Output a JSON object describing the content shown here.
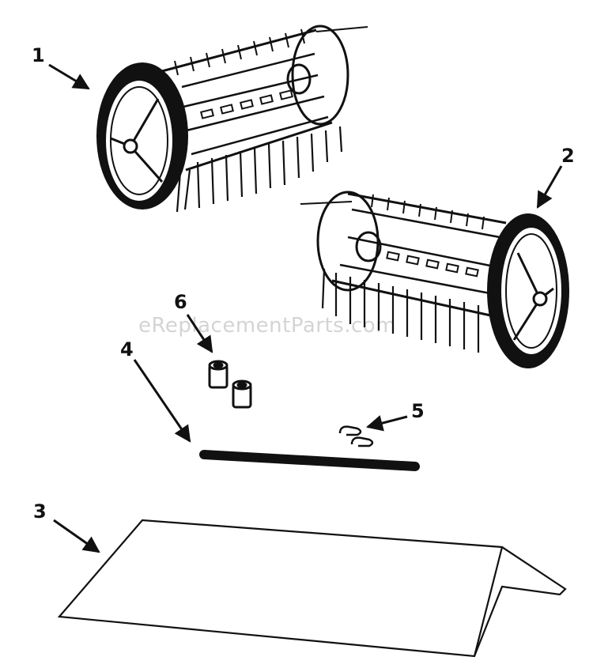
{
  "watermark": "eReplacementParts.com",
  "callouts": [
    {
      "id": "1",
      "label": "1"
    },
    {
      "id": "2",
      "label": "2"
    },
    {
      "id": "3",
      "label": "3"
    },
    {
      "id": "4",
      "label": "4"
    },
    {
      "id": "5",
      "label": "5"
    },
    {
      "id": "6",
      "label": "6"
    }
  ],
  "colors": {
    "ink": "#111111",
    "background": "#ffffff",
    "watermark": "#d4d4d4"
  }
}
